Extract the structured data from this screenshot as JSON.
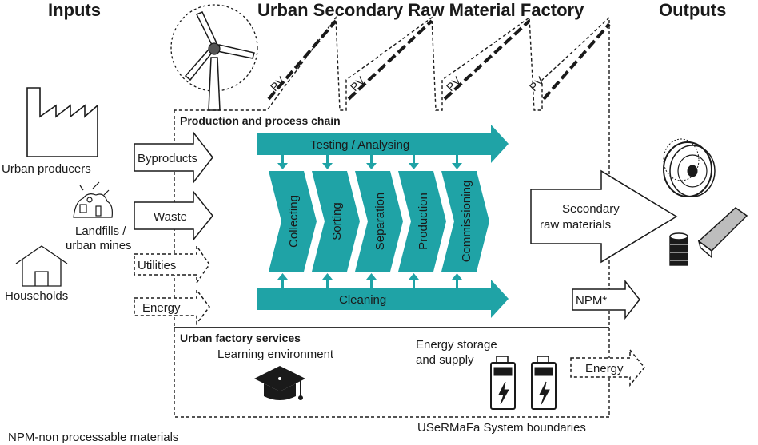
{
  "headers": {
    "inputs": "Inputs",
    "factory": "Urban Secondary Raw Material Factory",
    "outputs": "Outputs"
  },
  "input_sources": {
    "producers": "Urban producers",
    "landfills_line1": "Landfills /",
    "landfills_line2": "urban mines",
    "households": "Households"
  },
  "input_arrows": [
    "Byproducts",
    "Waste",
    "Utilities",
    "Energy"
  ],
  "pv_label": "PV",
  "production": {
    "title": "Production and process chain",
    "testing": "Testing / Analysing",
    "cleaning": "Cleaning",
    "steps": [
      "Collecting",
      "Sorting",
      "Separation",
      "Production",
      "Commissioning"
    ]
  },
  "outputs": {
    "secondary_line1": "Secondary",
    "secondary_line2": "raw materials",
    "npm": "NPM*"
  },
  "services": {
    "title": "Urban factory services",
    "learning": "Learning environment",
    "storage_line1": "Energy storage",
    "storage_line2": "and supply",
    "energy_out": "Energy"
  },
  "footer": {
    "boundary": "USeRMaFa System boundaries",
    "note": "NPM-non processable materials"
  },
  "colors": {
    "teal": "#1fa3a6",
    "ink": "#1a1a1a"
  },
  "icons": {
    "wind_turbine": "wind-turbine-icon",
    "factory": "factory-icon",
    "landfill": "landfill-icon",
    "house": "house-icon",
    "spool": "filament-spool-icon",
    "battery": "battery-icon",
    "graduation": "graduation-cap-icon"
  }
}
